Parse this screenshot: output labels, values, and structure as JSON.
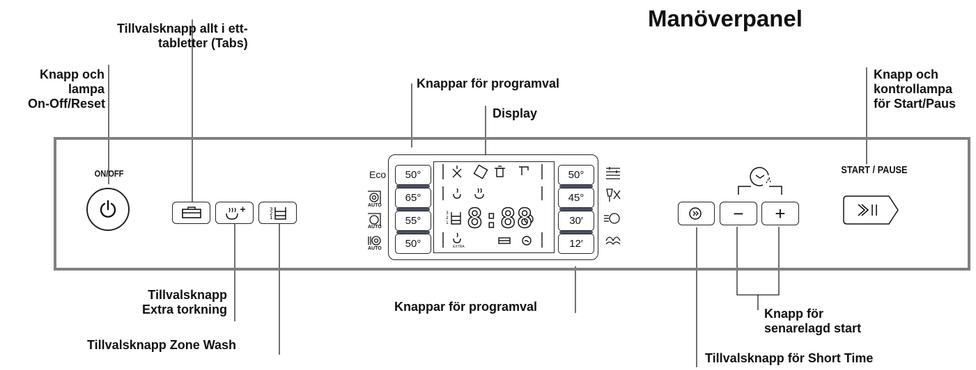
{
  "title": "Manöverpanel",
  "labels": {
    "tabs": [
      "Tillvalsknapp allt i ett-",
      "tabletter (Tabs)"
    ],
    "onoff": [
      "Knapp och",
      "lampa",
      "On-Off/Reset"
    ],
    "program_top": "Knappar för programval",
    "display": "Display",
    "startpause": [
      "Knapp och",
      "kontrollampa",
      "för Start/Paus"
    ],
    "extra_dry": [
      "Tillvalsknapp",
      "Extra torkning"
    ],
    "zone_wash": "Tillvalsknapp Zone Wash",
    "program_bottom": "Knappar för programval",
    "delay": [
      "Knapp för",
      "senarelagd start"
    ],
    "short_time": "Tillvalsknapp för Short Time"
  },
  "panel": {
    "onoff_text": "ON/OFF",
    "start_text": "START / PAUSE",
    "left_side": [
      "Eco",
      "AUTO",
      "AUTO",
      "AUTO"
    ],
    "left_temps": [
      "50°",
      "65°",
      "55°",
      "50°"
    ],
    "right_temps": [
      "50°",
      "45°",
      "30′",
      "12′"
    ],
    "display_digits": "8:88",
    "extra_label": "EXTRA",
    "minus": "−",
    "plus": "+"
  },
  "colors": {
    "panel_border": "#808080",
    "separator": "#4a4f63",
    "text": "#111111"
  },
  "icons": [
    "power-icon",
    "tablet-icon",
    "extra-dry-icon",
    "zone-wash-icon",
    "short-time-icon",
    "delay-clock-icon",
    "start-pause-icon"
  ]
}
